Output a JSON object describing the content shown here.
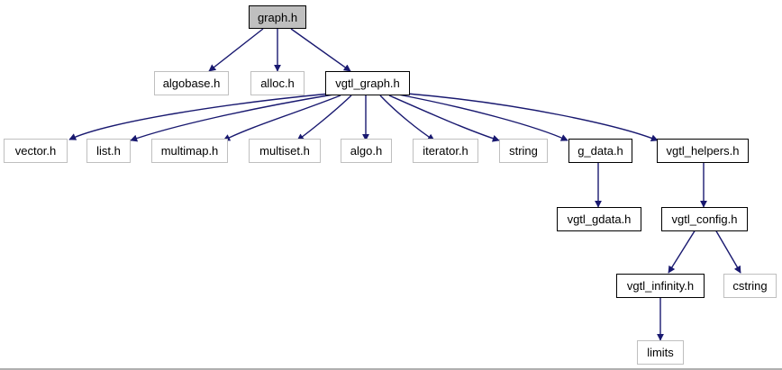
{
  "nodes": {
    "graph_h": "graph.h",
    "algobase_h": "algobase.h",
    "alloc_h": "alloc.h",
    "vgtl_graph_h": "vgtl_graph.h",
    "vector_h": "vector.h",
    "list_h": "list.h",
    "multimap_h": "multimap.h",
    "multiset_h": "multiset.h",
    "algo_h": "algo.h",
    "iterator_h": "iterator.h",
    "string": "string",
    "g_data_h": "g_data.h",
    "vgtl_helpers_h": "vgtl_helpers.h",
    "vgtl_gdata_h": "vgtl_gdata.h",
    "vgtl_config_h": "vgtl_config.h",
    "vgtl_infinity_h": "vgtl_infinity.h",
    "cstring": "cstring",
    "limits": "limits"
  },
  "colors": {
    "edge": "#191970",
    "root_fill": "#bfbfbf",
    "system_border": "#bfbfbf",
    "project_border": "#000000"
  }
}
